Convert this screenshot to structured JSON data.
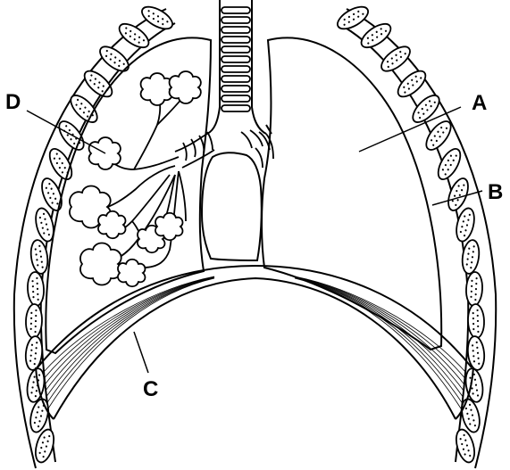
{
  "labels": {
    "a": "A",
    "b": "B",
    "c": "C",
    "d": "D"
  },
  "colors": {
    "ink": "#000000",
    "paper": "#ffffff"
  }
}
